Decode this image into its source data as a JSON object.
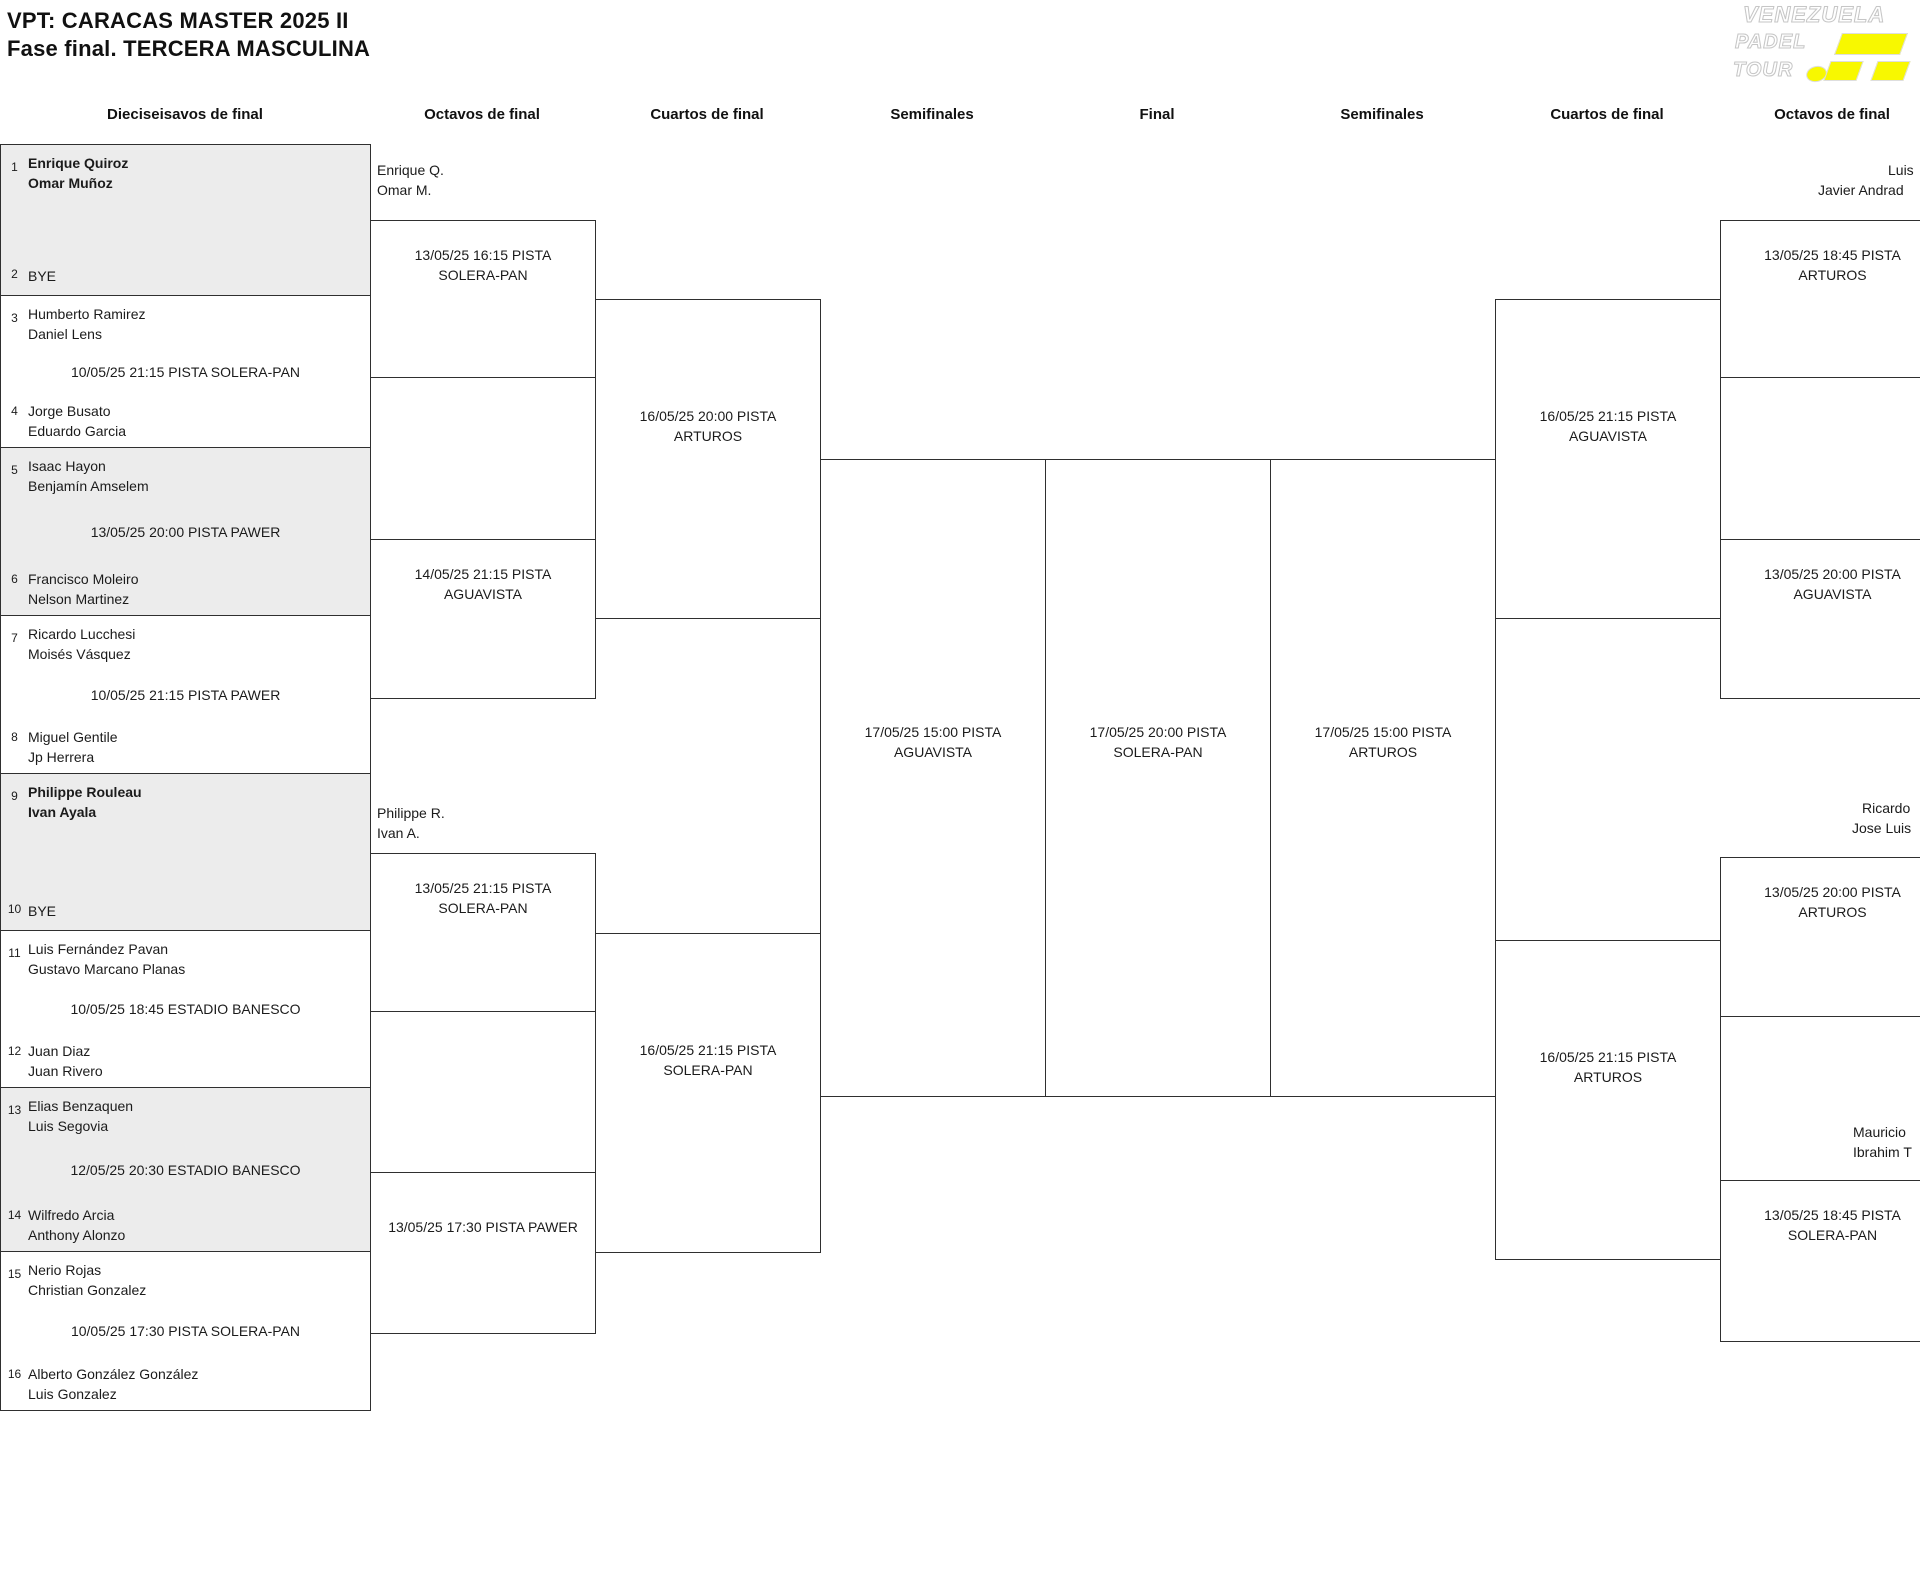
{
  "header": {
    "title": "VPT: CARACAS MASTER 2025 II",
    "subtitle": "Fase final. TERCERA MASCULINA",
    "logo": {
      "l1": "VENEZUELA",
      "l2": "PADEL",
      "l3": "TOUR"
    }
  },
  "rounds": [
    "Dieciseisavos de final",
    "Octavos de final",
    "Cuartos de final",
    "Semifinales",
    "Final",
    "Semifinales",
    "Cuartos de final",
    "Octavos de final"
  ],
  "r16": [
    {
      "seed1": "1",
      "t1a": "Enrique Quiroz",
      "t1b": "Omar Muñoz",
      "seed2": "2",
      "bye": "BYE"
    },
    {
      "seed1": "3",
      "t1a": "Humberto Ramirez",
      "t1b": "Daniel Lens",
      "date": "10/05/25 21:15 PISTA SOLERA-PAN",
      "seed2": "4",
      "t2a": "Jorge Busato",
      "t2b": "Eduardo Garcia"
    },
    {
      "seed1": "5",
      "t1a": "Isaac Hayon",
      "t1b": "Benjamín Amselem",
      "date": "13/05/25 20:00 PISTA PAWER",
      "seed2": "6",
      "t2a": "Francisco Moleiro",
      "t2b": "Nelson Martinez"
    },
    {
      "seed1": "7",
      "t1a": "Ricardo Lucchesi",
      "t1b": "Moisés Vásquez",
      "date": "10/05/25 21:15 PISTA PAWER",
      "seed2": "8",
      "t2a": "Miguel Gentile",
      "t2b": "Jp Herrera"
    },
    {
      "seed1": "9",
      "t1a": "Philippe Rouleau",
      "t1b": "Ivan Ayala",
      "seed2": "10",
      "bye": "BYE"
    },
    {
      "seed1": "11",
      "t1a": "Luis Fernández Pavan",
      "t1b": "Gustavo Marcano Planas",
      "date": "10/05/25 18:45 ESTADIO BANESCO",
      "seed2": "12",
      "t2a": "Juan Diaz",
      "t2b": "Juan Rivero"
    },
    {
      "seed1": "13",
      "t1a": "Elias Benzaquen",
      "t1b": "Luis Segovia",
      "date": "12/05/25 20:30 ESTADIO BANESCO",
      "seed2": "14",
      "t2a": "Wilfredo Arcia",
      "t2b": "Anthony Alonzo"
    },
    {
      "seed1": "15",
      "t1a": "Nerio Rojas",
      "t1b": "Christian Gonzalez",
      "date": "10/05/25 17:30 PISTA SOLERA-PAN",
      "seed2": "16",
      "t2a": "Alberto González González",
      "t2b": "Luis Gonzalez"
    }
  ],
  "matches": {
    "octavos_left": [
      {
        "l1": "13/05/25 16:15 PISTA",
        "l2": "SOLERA-PAN"
      },
      {
        "l1": "14/05/25 21:15 PISTA",
        "l2": "AGUAVISTA"
      },
      {
        "l1": "13/05/25 21:15 PISTA",
        "l2": "SOLERA-PAN"
      },
      {
        "l1": "13/05/25 17:30 PISTA PAWER"
      }
    ],
    "cuartos_left": [
      {
        "l1": "16/05/25 20:00 PISTA",
        "l2": "ARTUROS"
      },
      {
        "l1": "16/05/25 21:15 PISTA",
        "l2": "SOLERA-PAN"
      }
    ],
    "semi_left": {
      "l1": "17/05/25 15:00 PISTA",
      "l2": "AGUAVISTA"
    },
    "final": {
      "l1": "17/05/25 20:00 PISTA",
      "l2": "SOLERA-PAN"
    },
    "semi_right": {
      "l1": "17/05/25 15:00 PISTA",
      "l2": "ARTUROS"
    },
    "cuartos_right": [
      {
        "l1": "16/05/25 21:15 PISTA",
        "l2": "AGUAVISTA"
      },
      {
        "l1": "16/05/25 21:15 PISTA",
        "l2": "ARTUROS"
      }
    ],
    "octavos_right": [
      {
        "l1": "13/05/25 18:45 PISTA",
        "l2": "ARTUROS"
      },
      {
        "l1": "13/05/25 20:00 PISTA",
        "l2": "AGUAVISTA"
      },
      {
        "l1": "13/05/25 20:00 PISTA",
        "l2": "ARTUROS"
      },
      {
        "l1": "13/05/25 18:45 PISTA",
        "l2": "SOLERA-PAN"
      }
    ]
  },
  "advancers": {
    "left": [
      {
        "a": "Enrique Q.",
        "b": "Omar M."
      },
      {
        "a": "Philippe R.",
        "b": "Ivan A."
      }
    ],
    "right": [
      {
        "a": "Luis",
        "b": "Javier Andrad"
      },
      {
        "a": "Ricardo",
        "b": "Jose Luis"
      },
      {
        "a": "Mauricio",
        "b": "Ibrahim T"
      }
    ]
  },
  "colors": {
    "yellow": "#F8F800",
    "gray_fill": "#ECECEC",
    "line": "#2F2F2F"
  }
}
